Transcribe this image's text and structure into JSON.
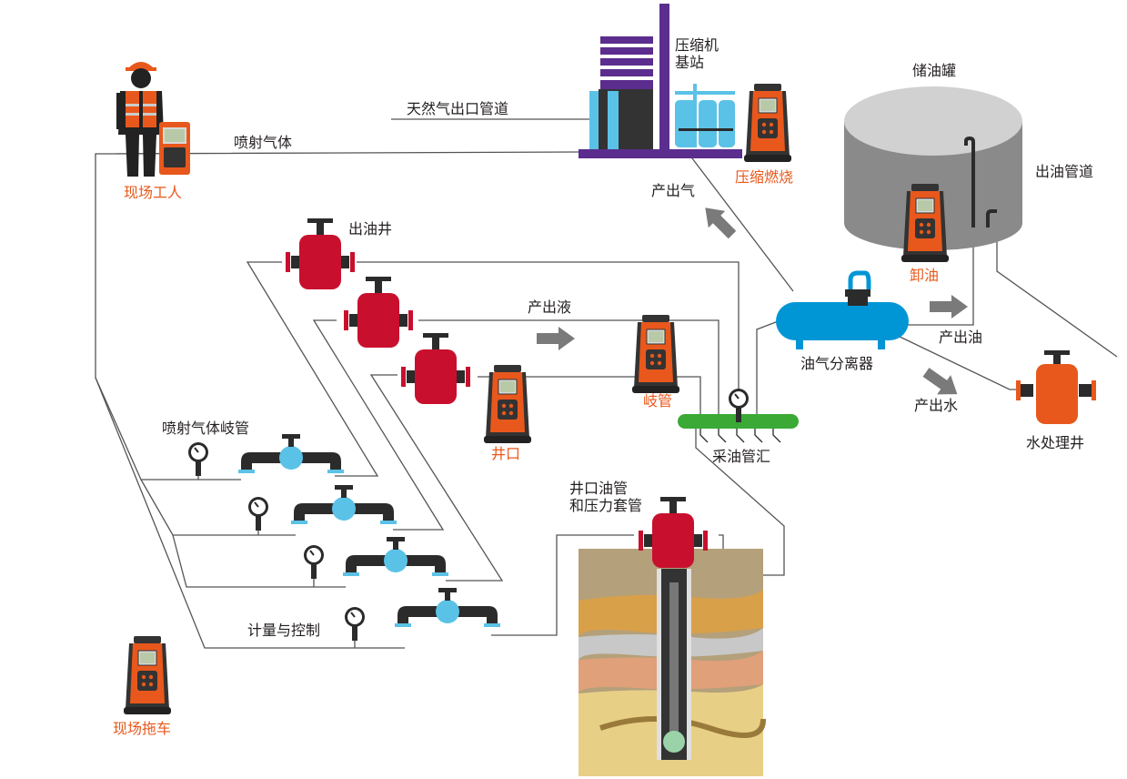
{
  "labels": {
    "compressor_station": "压缩机\n基站",
    "gas_outlet_pipeline": "天然气出口管道",
    "injection_gas": "喷射气体",
    "field_worker": "现场工人",
    "compressor_flare": "压缩燃烧",
    "storage_tank": "储油罐",
    "oil_outlet_pipeline": "出油管道",
    "gas_output": "产出气",
    "oil_well": "出油井",
    "oil_unloading": "卸油",
    "produced_fluid": "产出液",
    "separator": "油气分离器",
    "oil_output": "产出油",
    "water_output": "产出水",
    "manifold": "岐管",
    "wellhead": "井口",
    "gathering_manifold": "采油管汇",
    "water_disposal_well": "水处理井",
    "injection_gas_manifold": "喷射气体岐管",
    "tubing_casing": "井口油管\n和压力套管",
    "metering_control": "计量与控制",
    "field_trailer": "现场拖车"
  },
  "colors": {
    "detector_orange": "#e8581c",
    "valve_red": "#c8102e",
    "valve_blue": "#5bc2e7",
    "separator_blue": "#0096d6",
    "manifold_green": "#3aa935",
    "compressor_purple": "#5b2d8e",
    "tank_gray": "#8a8a8a",
    "arrow_gray": "#7a7a7a",
    "label_orange": "#e8581c",
    "label_dark": "#231f20"
  },
  "icons": {
    "worker": "worker-icon",
    "gas_detector": "gas-detector-icon",
    "valve": "valve-icon",
    "pressure_gauge": "pressure-gauge-icon",
    "flow_arrow": "flow-arrow-icon"
  }
}
